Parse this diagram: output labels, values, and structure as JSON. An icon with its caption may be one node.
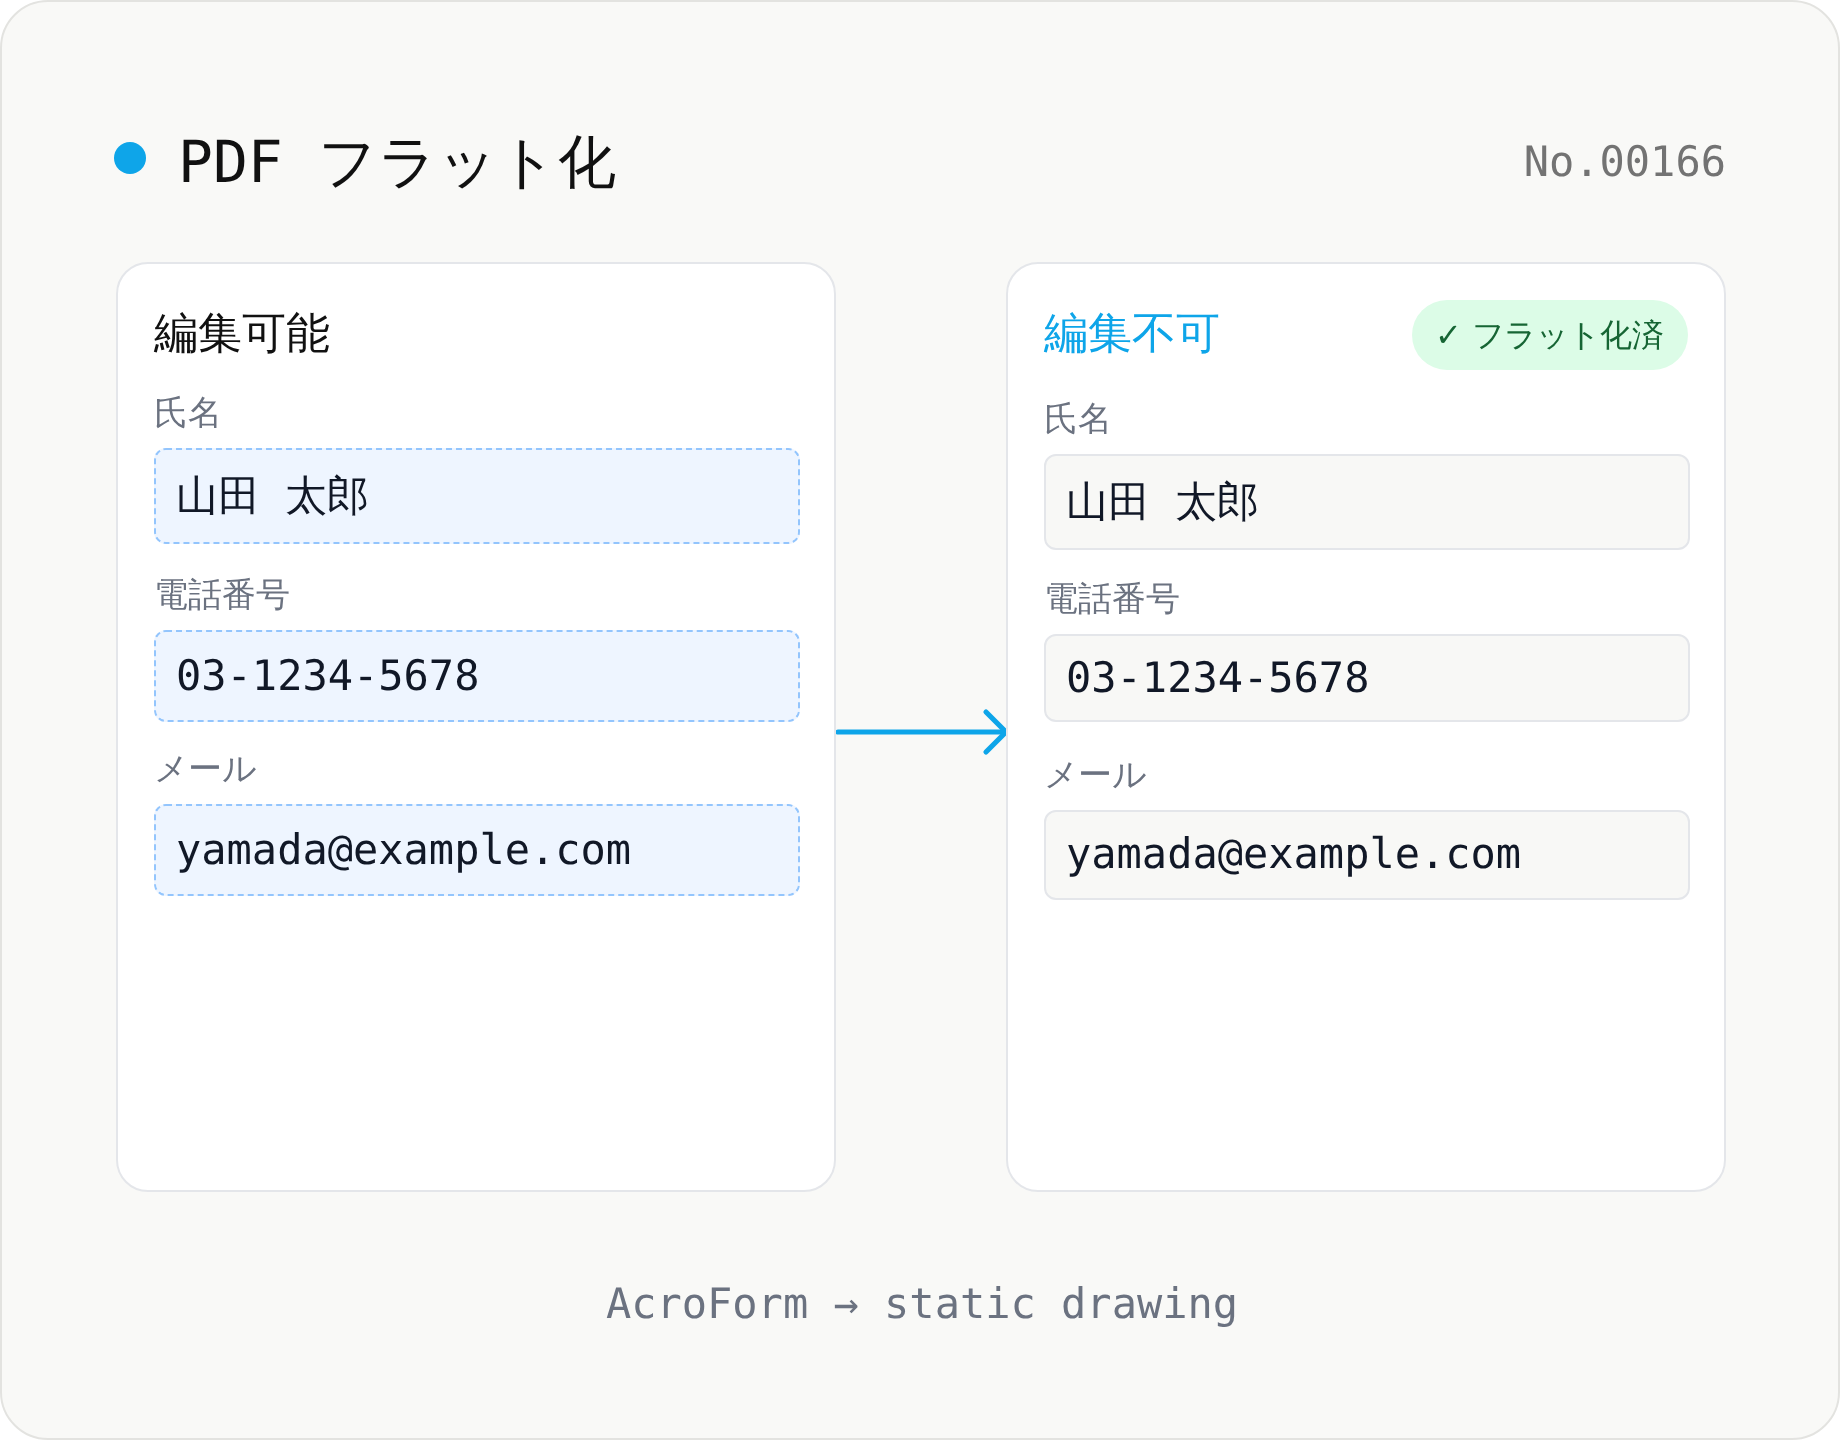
{
  "diagram": {
    "title": "PDF フラット化",
    "caption": "AcroForm → static drawing",
    "nodes": [
      {
        "text": [
          "編集可能"
        ]
      },
      {
        "text": [
          "氏名",
          "山田 太郎"
        ],
        "in": 0
      },
      {
        "text": [
          "電話番号",
          "03-1234-5678"
        ],
        "in": 0
      },
      {
        "text": [
          "メール",
          "yamada@example.com"
        ],
        "in": 0
      },
      {
        "text": [
          "編集不可"
        ]
      },
      {
        "text": [
          "✓ フラット化済"
        ],
        "in": 4
      },
      {
        "text": [
          "氏名",
          "山田 太郎"
        ],
        "in": 4
      },
      {
        "text": [
          "電話番号",
          "03-1234-5678"
        ],
        "in": 4
      },
      {
        "text": [
          "メール",
          "yamada@example.com"
        ],
        "in": 4
      }
    ],
    "edges": [
      {
        "from": 0,
        "to": 4,
        "arrow": "to"
      }
    ],
    "labels": [
      "No.00166"
    ]
  }
}
